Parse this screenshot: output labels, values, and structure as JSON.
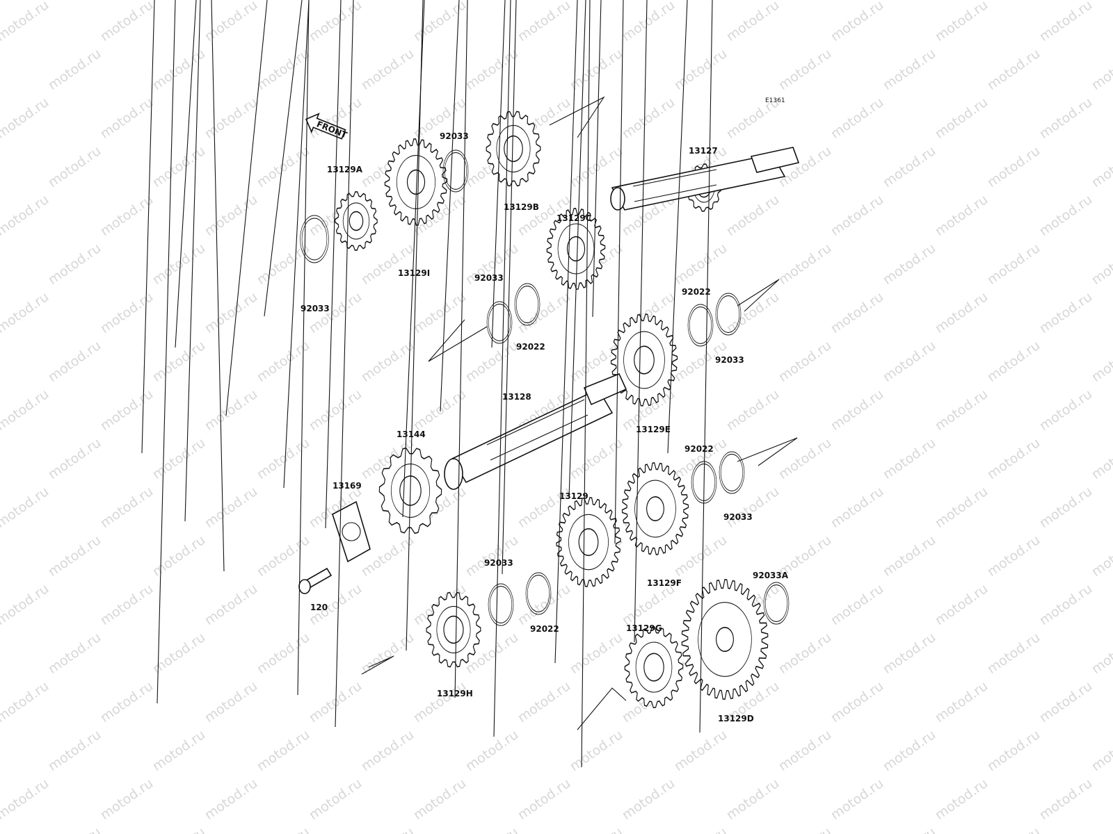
{
  "watermark_text": "motod.ru",
  "diagram_code": "E1361",
  "front_label": "FRONT",
  "callouts": [
    {
      "id": "c-13129A",
      "label": "13129A"
    },
    {
      "id": "c-92033-a",
      "label": "92033"
    },
    {
      "id": "c-13129I",
      "label": "13129I"
    },
    {
      "id": "c-92033-b",
      "label": "92033"
    },
    {
      "id": "c-13129B",
      "label": "13129B"
    },
    {
      "id": "c-13127",
      "label": "13127"
    },
    {
      "id": "c-13129C",
      "label": "13129C"
    },
    {
      "id": "c-92033-c",
      "label": "92033"
    },
    {
      "id": "c-92022-a",
      "label": "92022"
    },
    {
      "id": "c-92022-b",
      "label": "92022"
    },
    {
      "id": "c-92033-d",
      "label": "92033"
    },
    {
      "id": "c-13128",
      "label": "13128"
    },
    {
      "id": "c-13129E",
      "label": "13129E"
    },
    {
      "id": "c-13144",
      "label": "13144"
    },
    {
      "id": "c-92022-c",
      "label": "92022"
    },
    {
      "id": "c-13169",
      "label": "13169"
    },
    {
      "id": "c-92033-e",
      "label": "92033"
    },
    {
      "id": "c-13129",
      "label": "13129"
    },
    {
      "id": "c-13129F",
      "label": "13129F"
    },
    {
      "id": "c-92033-f",
      "label": "92033"
    },
    {
      "id": "c-92022-d",
      "label": "92022"
    },
    {
      "id": "c-92033A",
      "label": "92033A"
    },
    {
      "id": "c-120",
      "label": "120"
    },
    {
      "id": "c-13129G",
      "label": "13129G"
    },
    {
      "id": "c-13129H",
      "label": "13129H"
    },
    {
      "id": "c-13129D",
      "label": "13129D"
    }
  ],
  "colors": {
    "line": "#111111",
    "watermark": "#d7d7d7",
    "background": "#ffffff"
  }
}
